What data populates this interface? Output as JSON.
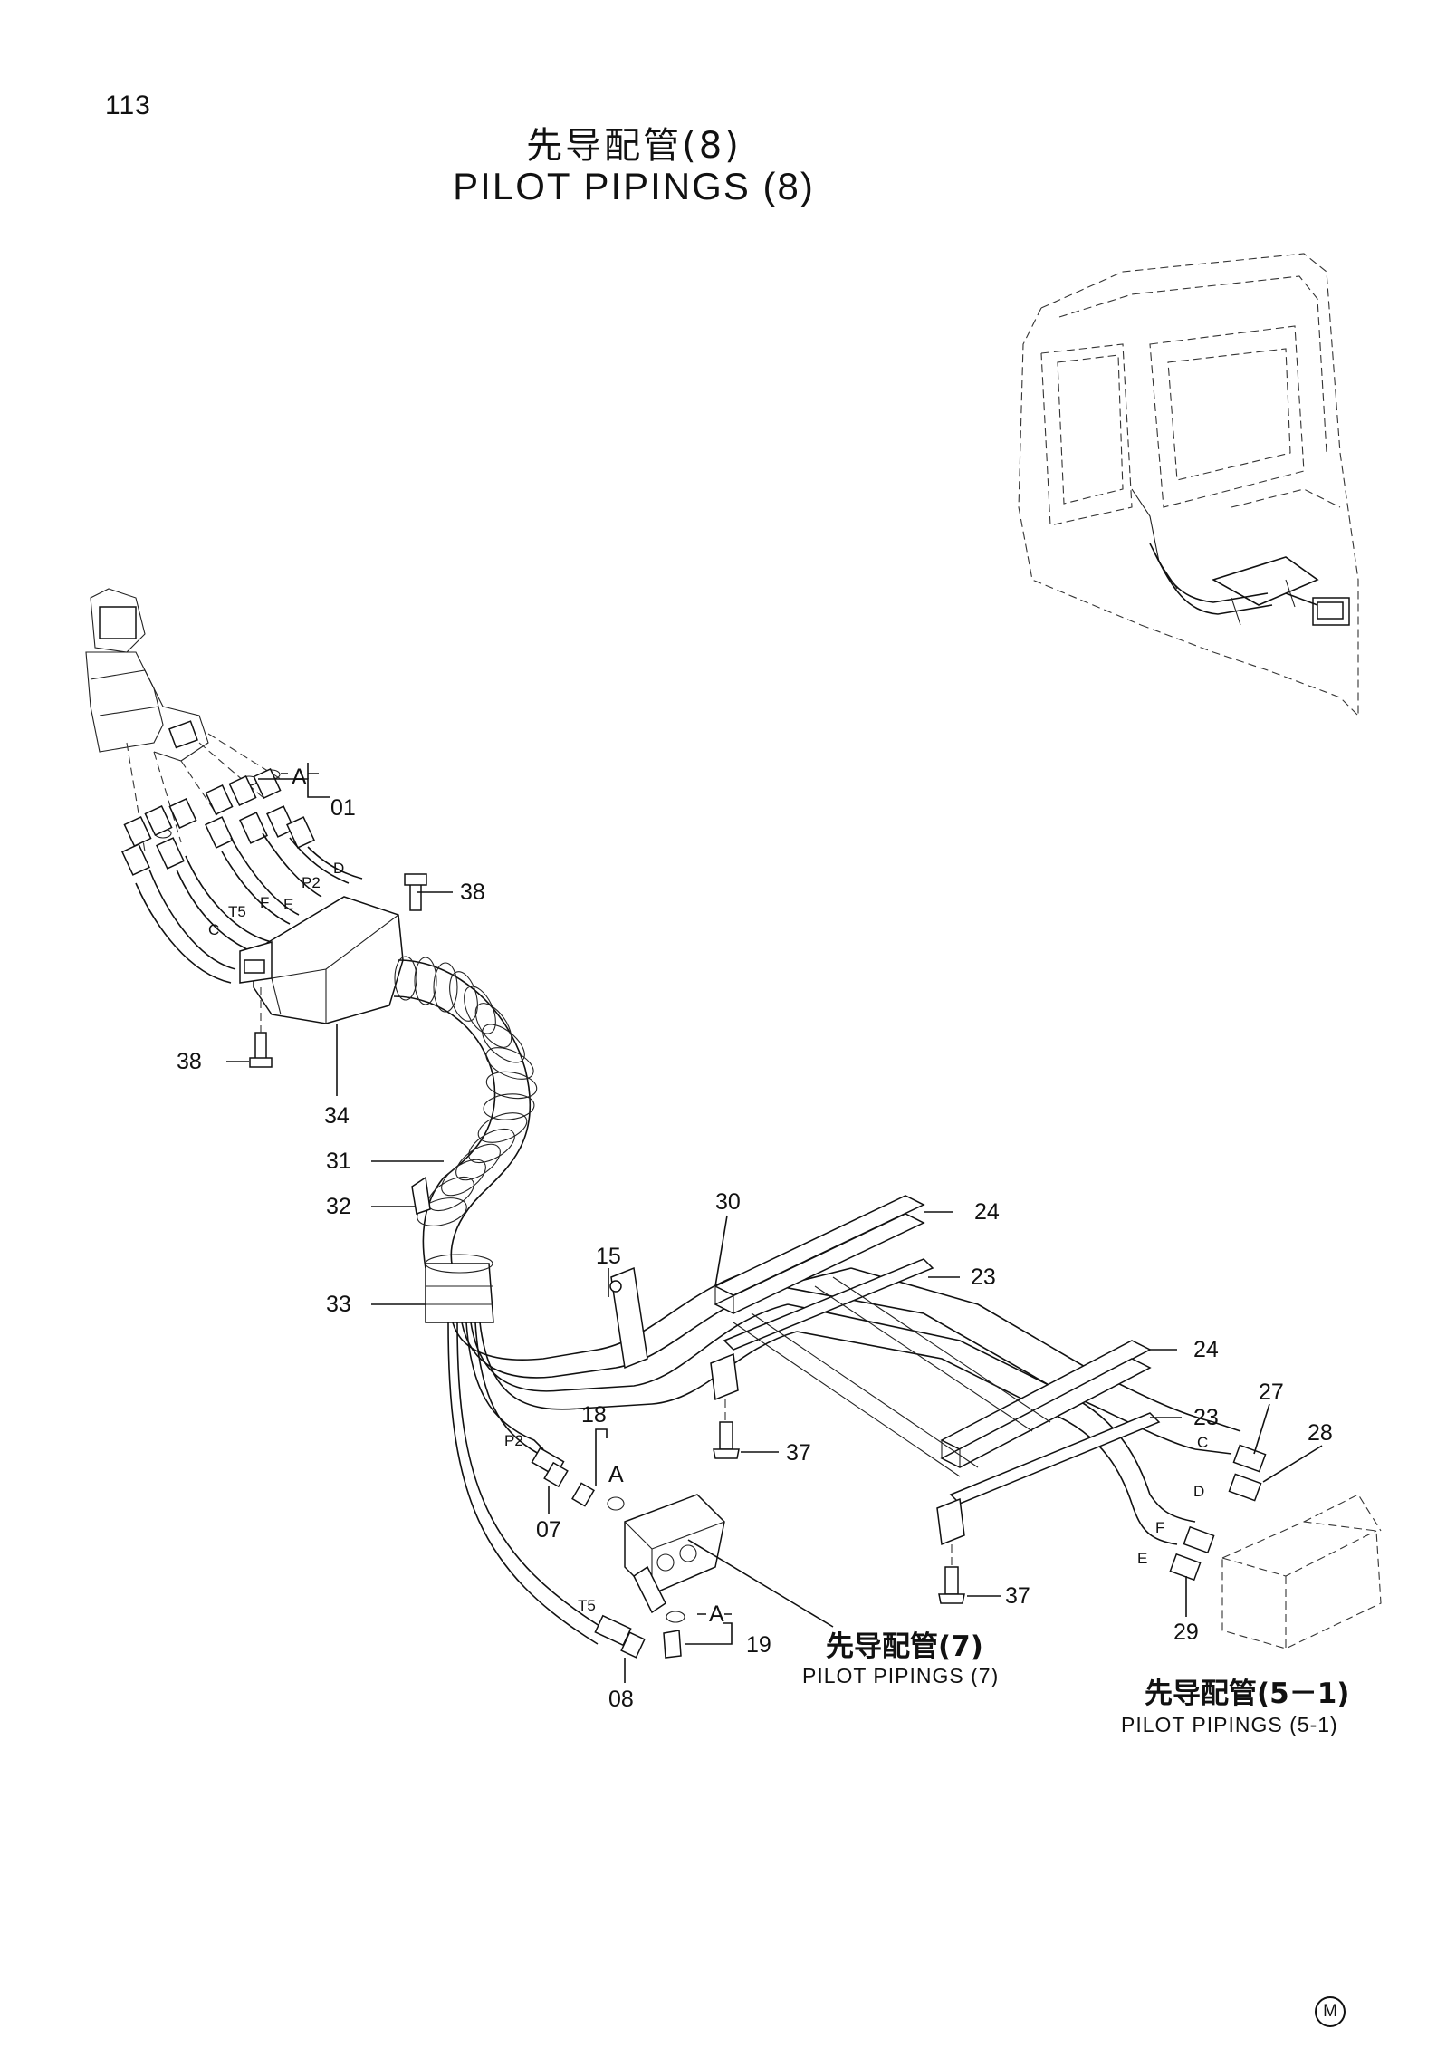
{
  "page_number": "113",
  "title": {
    "cn": "先导配管(8)",
    "en": "PILOT PIPINGS (8)"
  },
  "callouts": {
    "p01": "01",
    "p07": "07",
    "p08": "08",
    "p15": "15",
    "p18": "18",
    "p19": "19",
    "p23a": "23",
    "p23b": "23",
    "p24a": "24",
    "p24b": "24",
    "p27": "27",
    "p28": "28",
    "p29": "29",
    "p30": "30",
    "p31": "31",
    "p32": "32",
    "p33": "33",
    "p34": "34",
    "p37a": "37",
    "p37b": "37",
    "p38a": "38",
    "p38b": "38"
  },
  "detail_markers": {
    "a_top": "A",
    "a_mid": "A",
    "a_bottom": "A"
  },
  "port_labels": {
    "c_left": "C",
    "t5_left": "T5",
    "f_left": "F",
    "e_left": "E",
    "p2_left": "P2",
    "d_left": "D",
    "p2_lower": "P2",
    "t5_lower": "T5",
    "c_right": "C",
    "d_right": "D",
    "f_right": "F",
    "e_right": "E"
  },
  "references": {
    "ref7_cn": "先导配管(7)",
    "ref7_en": "PILOT PIPINGS (7)",
    "ref51_cn": "先导配管(5－1)",
    "ref51_en": "PILOT PIPINGS (5-1)"
  },
  "footer_mark": "M"
}
